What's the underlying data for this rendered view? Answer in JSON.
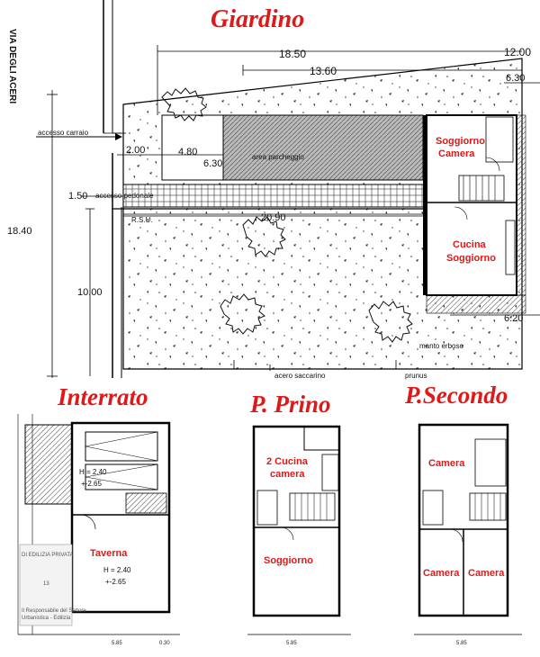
{
  "titles": {
    "garden": "Giardino",
    "basement": "Interrato",
    "first_floor": "P. Prino",
    "second_floor": "P.Secondo"
  },
  "street": "VIA DEGLI ACERI",
  "site_dimensions": {
    "d1850": "18.50",
    "d1360": "13.60",
    "d1200": "12.00",
    "d630a": "6.30",
    "d200": "2.00",
    "d480": "4.80",
    "d630b": "6.30",
    "d150": "1.50",
    "d2090": "20.90",
    "d1840": "18.40",
    "d1000": "10.00",
    "d620": "6.20"
  },
  "site_labels": {
    "vehicle_access": "accesso carraio",
    "parking": "area parcheggio",
    "pedestrian_access": "accesso pedonale",
    "rsu": "R.S.U.",
    "lawn": "manto erboso",
    "sugar_maple": "acero saccarino",
    "prunus": "prunus"
  },
  "site_rooms": {
    "r1_line1": "Soggiorno",
    "r1_line2": "Camera",
    "r2_line1": "Cucina",
    "r2_line2": "Soggiorno"
  },
  "basement": {
    "h1": "H = 2.40",
    "e1": "+-2.65",
    "room": "Taverna",
    "h2": "H = 2.40",
    "e2": "+-2.65",
    "dim_bottom": "5.85",
    "dim_bottom_right": "0.30"
  },
  "first_floor": {
    "room1_line1": "2 Cucina",
    "room1_line2": "camera",
    "room2": "Soggiorno",
    "dim_bottom": "5.85"
  },
  "second_floor": {
    "room1": "Camera",
    "room2": "Camera",
    "room3": "Camera",
    "dim_bottom": "5.85"
  },
  "stamp": {
    "line1": "DI EDILIZIA PRIVATA",
    "line2": "13",
    "line3": "Il Responsabile del Settore",
    "line4": "Urbanistica - Edilizia"
  }
}
